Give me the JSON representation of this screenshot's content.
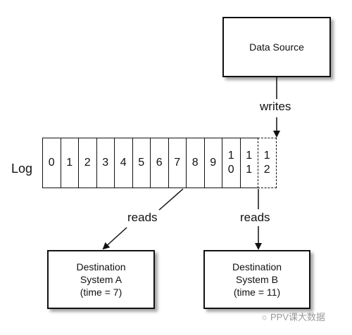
{
  "source": {
    "label": "Data Source"
  },
  "edges": {
    "writes": "writes",
    "reads_a": "reads",
    "reads_b": "reads"
  },
  "log": {
    "label": "Log",
    "cells": [
      {
        "text": "0",
        "pending": false
      },
      {
        "text": "1",
        "pending": false
      },
      {
        "text": "2",
        "pending": false
      },
      {
        "text": "3",
        "pending": false
      },
      {
        "text": "4",
        "pending": false
      },
      {
        "text": "5",
        "pending": false
      },
      {
        "text": "6",
        "pending": false
      },
      {
        "text": "7",
        "pending": false
      },
      {
        "text": "8",
        "pending": false
      },
      {
        "text": "9",
        "pending": false
      },
      {
        "text": "1\n0",
        "pending": false
      },
      {
        "text": "1\n1",
        "pending": false
      },
      {
        "text": "1\n2",
        "pending": true
      }
    ]
  },
  "dest_a": {
    "line1": "Destination",
    "line2": "System A",
    "line3": "(time = 7)"
  },
  "dest_b": {
    "line1": "Destination",
    "line2": "System B",
    "line3": "(time = 11)"
  },
  "watermark": {
    "text": "PPV课大数据",
    "icon": "wechat-icon"
  }
}
